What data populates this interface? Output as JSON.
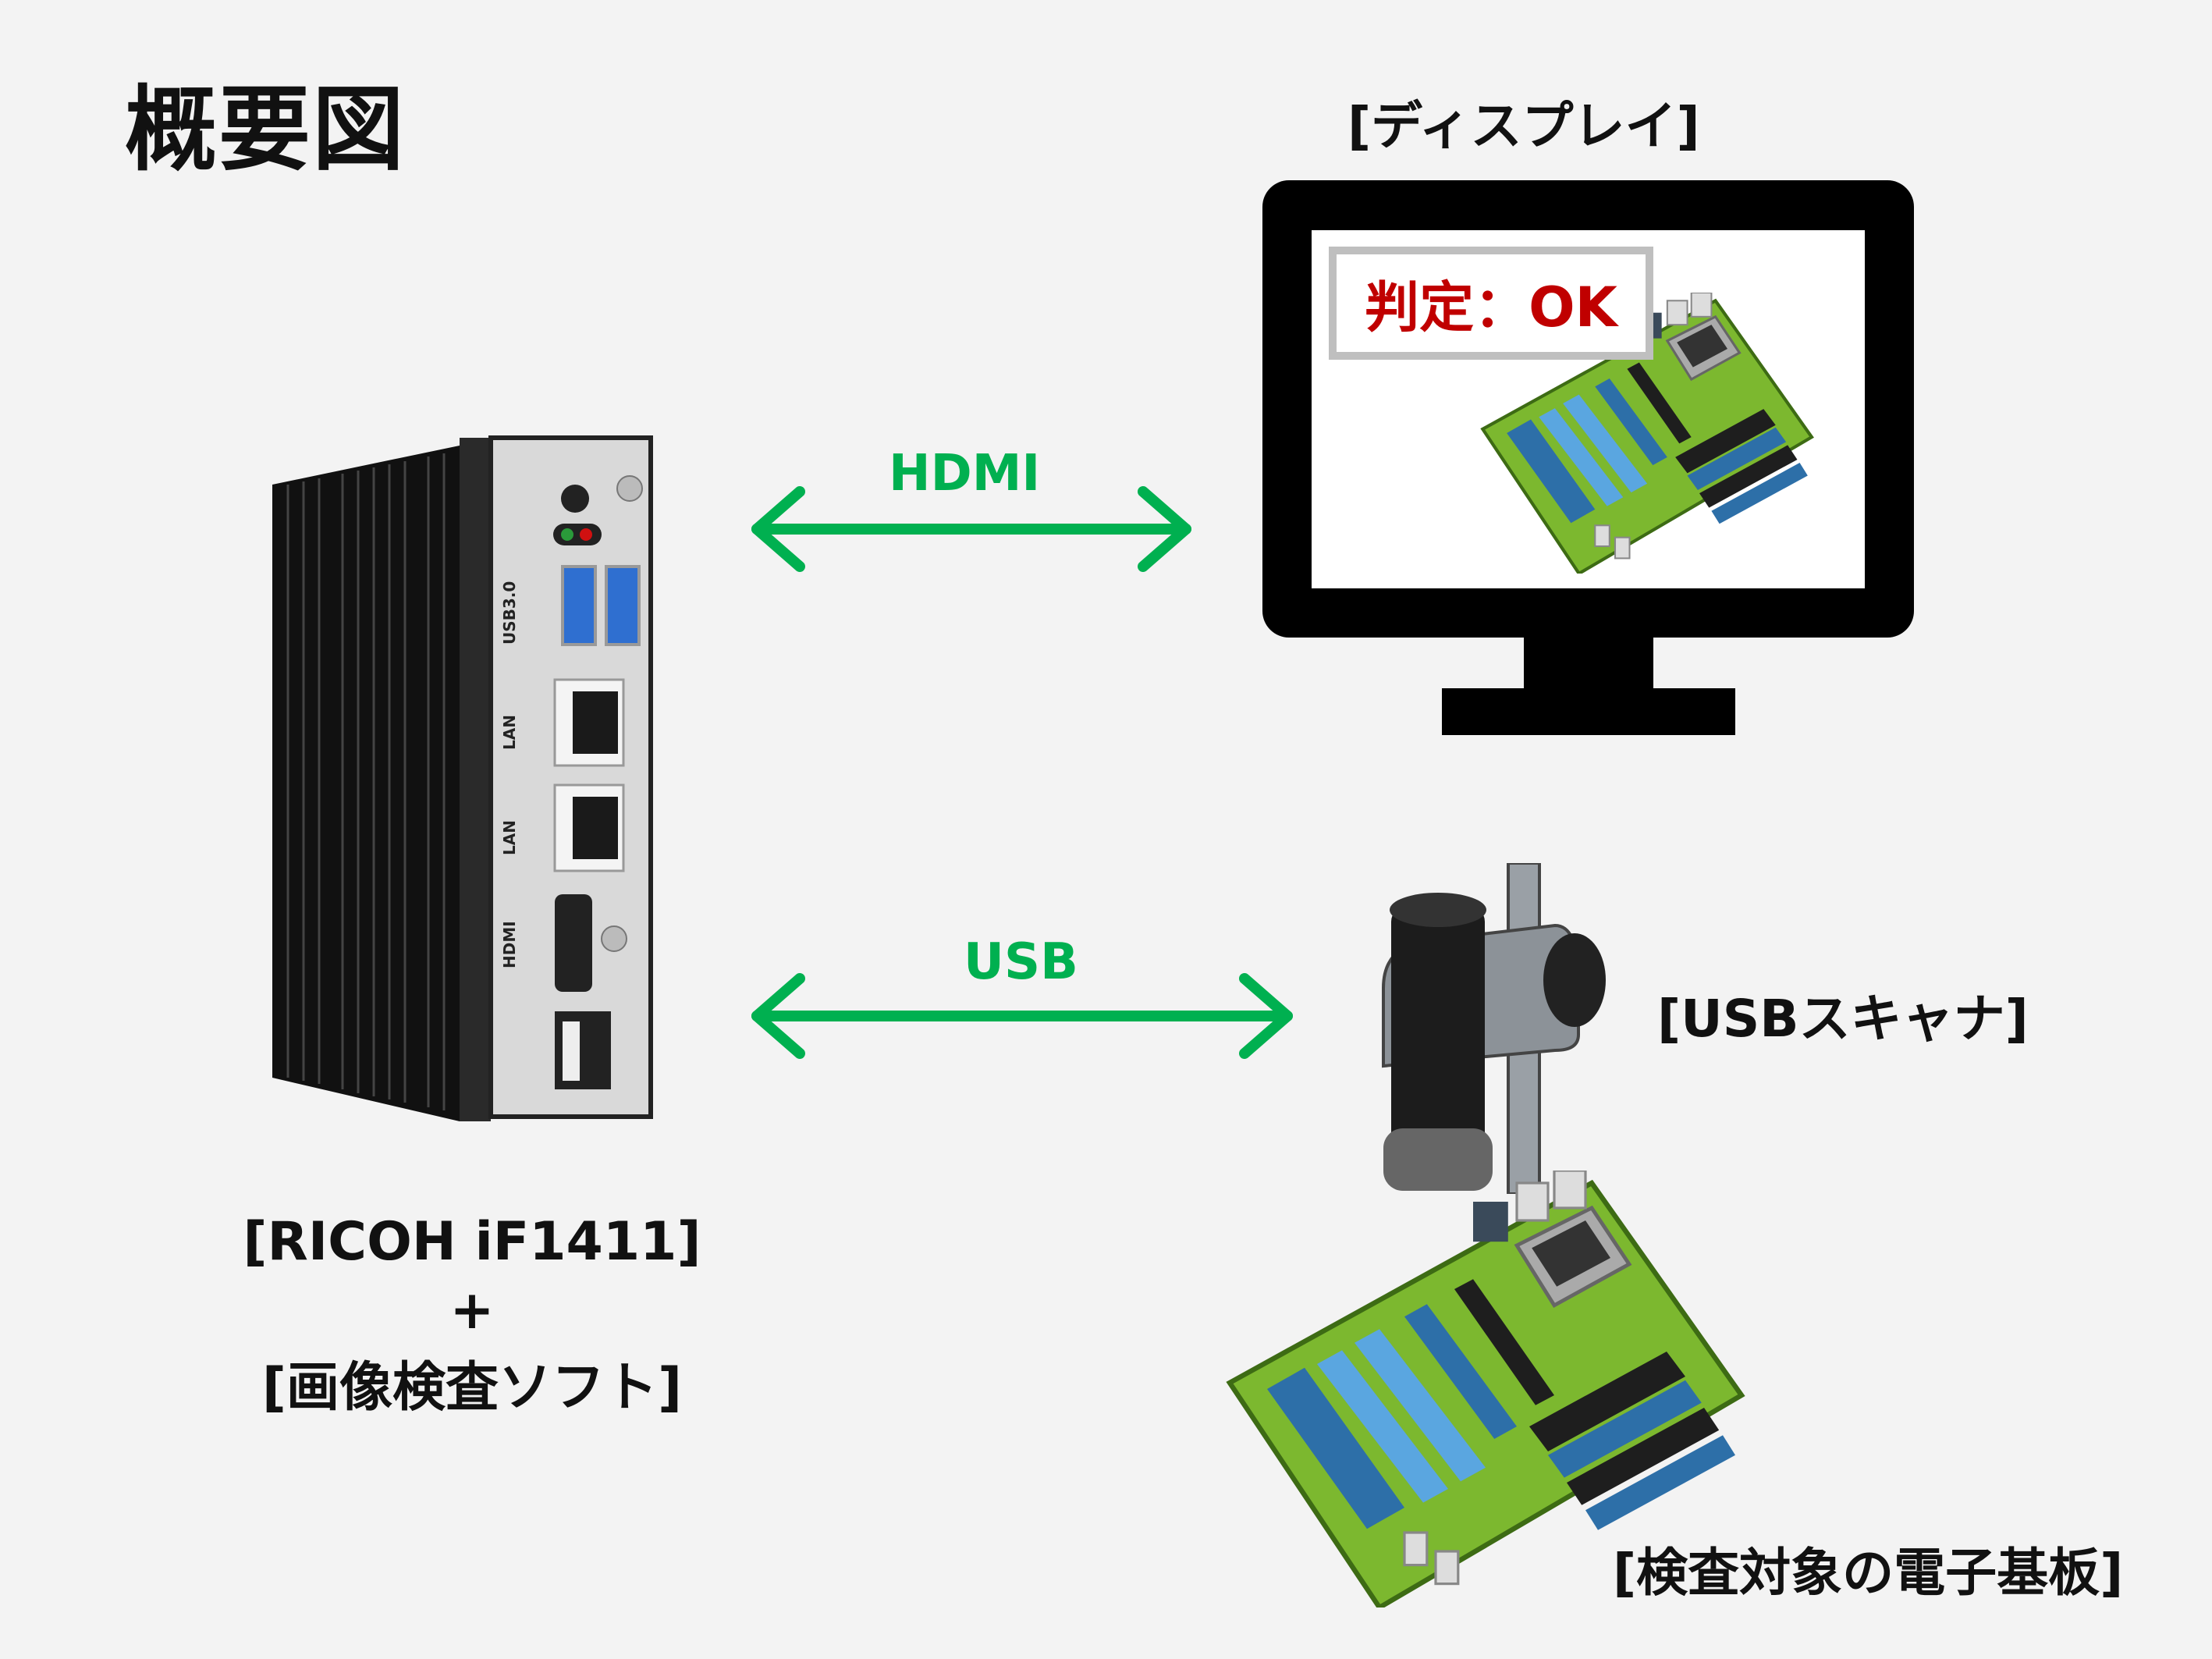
{
  "title": "概要図",
  "display": {
    "label": "[ディスプレイ]",
    "judgement": "判定：OK"
  },
  "connections": {
    "hdmi": "HDMI",
    "usb": "USB"
  },
  "device": {
    "label_line1": "[RICOH iF1411]",
    "plus": "+",
    "label_line2": "[画像検査ソフト]",
    "port_labels": {
      "usb": "USB3.0",
      "lan1": "LAN",
      "lan2": "LAN",
      "hdmi": "HDMI"
    }
  },
  "scanner": {
    "label": "[USBスキャナ]"
  },
  "board": {
    "label": "[検査対象の電子基板]"
  },
  "colors": {
    "accent": "#00b050",
    "judgement": "#c00000",
    "background": "#f3f3f3"
  }
}
